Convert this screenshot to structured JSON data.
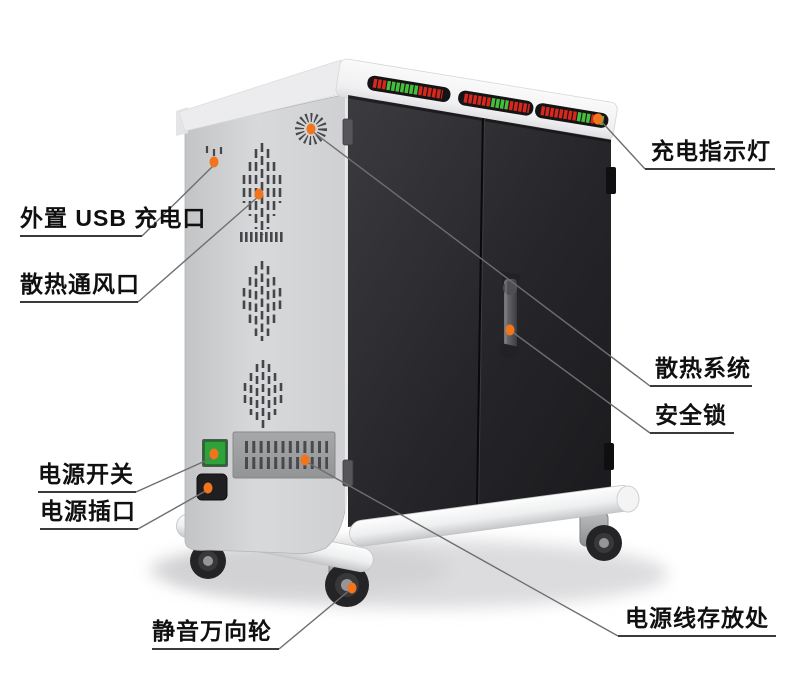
{
  "figure": {
    "type": "product-annotation-diagram",
    "subject": "charging-cabinet"
  },
  "colors": {
    "marker_orange": "#F0751D",
    "led_red": "#D8281C",
    "led_green": "#3DC23D",
    "switch_green": "#2FA23B",
    "door_dark": "#2B2B2F",
    "body_gray": "#D3D4D6",
    "leader_line": "#6E6E70"
  },
  "callouts": [
    {
      "id": "external-usb-port",
      "text": "外置 USB 充电口"
    },
    {
      "id": "cooling-vent",
      "text": "散热通风口"
    },
    {
      "id": "power-switch",
      "text": "电源开关"
    },
    {
      "id": "power-socket",
      "text": "电源插口"
    },
    {
      "id": "silent-caster",
      "text": "静音万向轮"
    },
    {
      "id": "charging-indicator",
      "text": "充电指示灯"
    },
    {
      "id": "cooling-system",
      "text": "散热系统"
    },
    {
      "id": "safety-lock",
      "text": "安全锁"
    },
    {
      "id": "power-cord-storage",
      "text": "电源线存放处"
    }
  ]
}
